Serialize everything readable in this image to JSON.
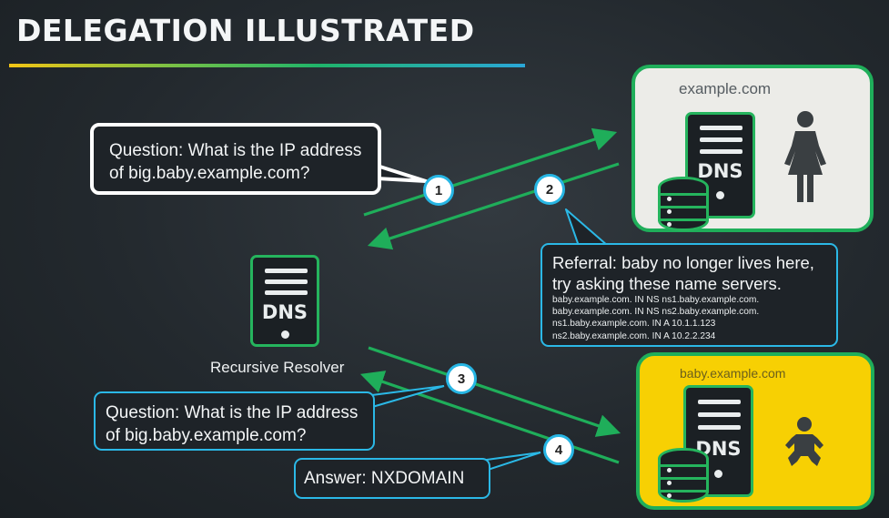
{
  "title": "DELEGATION ILLUSTRATED",
  "question_1": {
    "line1": "Question: What is the IP address",
    "line2": "of big.baby.example.com?"
  },
  "question_2": {
    "line1": "Question: What is the IP address",
    "line2": "of big.baby.example.com?"
  },
  "referral": {
    "line1": "Referral: baby no longer lives here,",
    "line2": "try asking these name servers.",
    "records": [
      "baby.example.com. IN NS ns1.baby.example.com.",
      "baby.example.com. IN NS ns2.baby.example.com.",
      "ns1.baby.example.com. IN A  10.1.1.123",
      "ns2.baby.example.com. IN A  10.2.2.234"
    ]
  },
  "answer": "Answer: NXDOMAIN",
  "steps": [
    "1",
    "2",
    "3",
    "4"
  ],
  "resolver": {
    "dns_label": "DNS",
    "caption": "Recursive Resolver"
  },
  "zone_parent": {
    "name": "example.com",
    "dns_label": "DNS",
    "icon": "woman-icon"
  },
  "zone_child": {
    "name": "baby.example.com",
    "dns_label": "DNS",
    "icon": "baby-icon"
  },
  "colors": {
    "accent_green": "#1fae5a",
    "accent_blue": "#2bb8e6",
    "parent_zone_bg": "#ecece8",
    "child_zone_bg": "#f7d003",
    "background": "#262c31"
  }
}
